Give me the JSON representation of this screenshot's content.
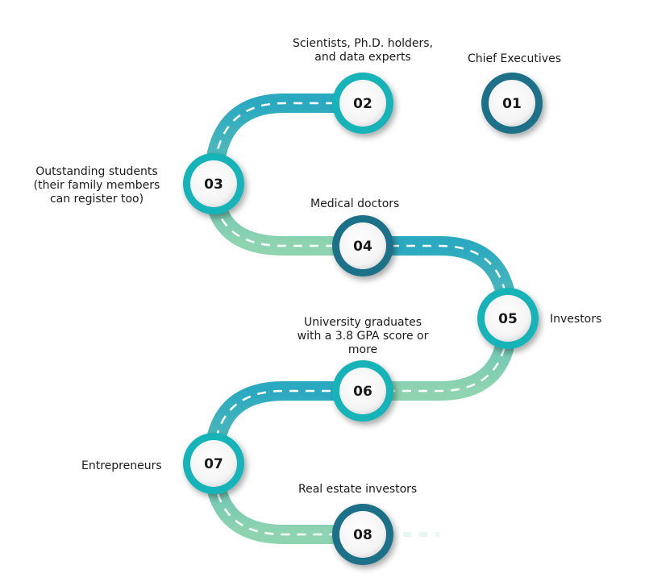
{
  "colors": {
    "road_teal": "#2aa9c0",
    "road_green": "#8fd4b0",
    "ring_dark": "#1f6f88",
    "ring_teal": "#13b3b8",
    "dash": "#ffffff",
    "text": "#1a1a1a"
  },
  "steps": [
    {
      "number": "01",
      "label": "Chief Executives"
    },
    {
      "number": "02",
      "label": "Scientists, Ph.D. holders,\nand data experts"
    },
    {
      "number": "03",
      "label": "Outstanding students\n(their family members\ncan register too)"
    },
    {
      "number": "04",
      "label": "Medical doctors"
    },
    {
      "number": "05",
      "label": "Investors"
    },
    {
      "number": "06",
      "label": "University graduates\nwith a 3.8 GPA score or\nmore"
    },
    {
      "number": "07",
      "label": "Entrepreneurs"
    },
    {
      "number": "08",
      "label": "Real estate investors"
    }
  ]
}
